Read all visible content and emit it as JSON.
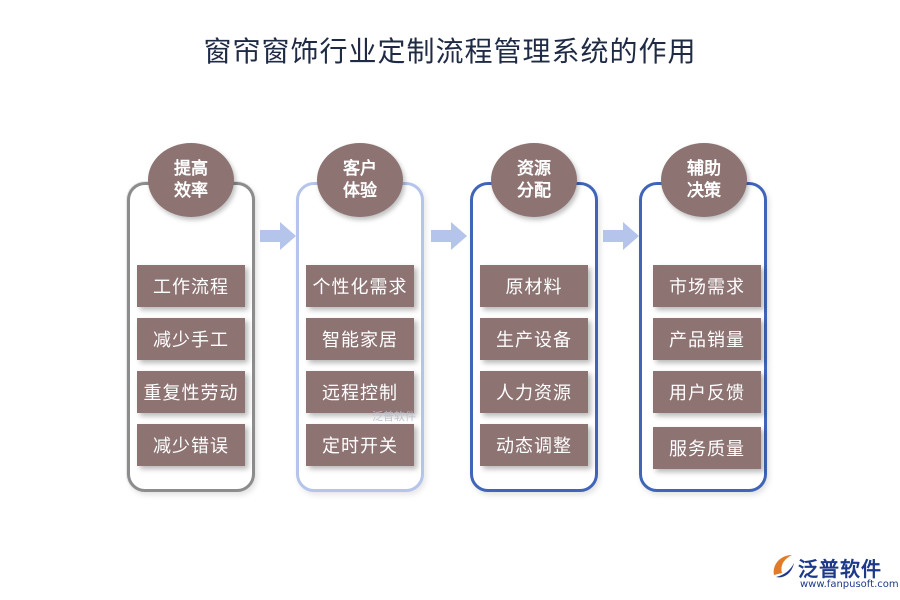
{
  "title": "窗帘窗饰行业定制流程管理系统的作用",
  "columns": [
    {
      "head": [
        "提高",
        "效率"
      ],
      "items": [
        "工作流程",
        "减少手工",
        "重复性劳动",
        "减少错误"
      ]
    },
    {
      "head": [
        "客户",
        "体验"
      ],
      "items": [
        "个性化需求",
        "智能家居",
        "远程控制",
        "定时开关"
      ]
    },
    {
      "head": [
        "资源",
        "分配"
      ],
      "items": [
        "原材料",
        "生产设备",
        "人力资源",
        "动态调整"
      ]
    },
    {
      "head": [
        "辅助",
        "决策"
      ],
      "items": [
        "市场需求",
        "产品销量",
        "用户反馈",
        "服务质量"
      ]
    }
  ],
  "watermark": "泛普软件",
  "logo": {
    "name": "泛普软件",
    "url": "www.fanpusoft.com"
  },
  "colors": {
    "badge": "#8e7373",
    "item": "#8e7373",
    "arrow": "#b4c4ea",
    "title": "#1f2a44"
  }
}
